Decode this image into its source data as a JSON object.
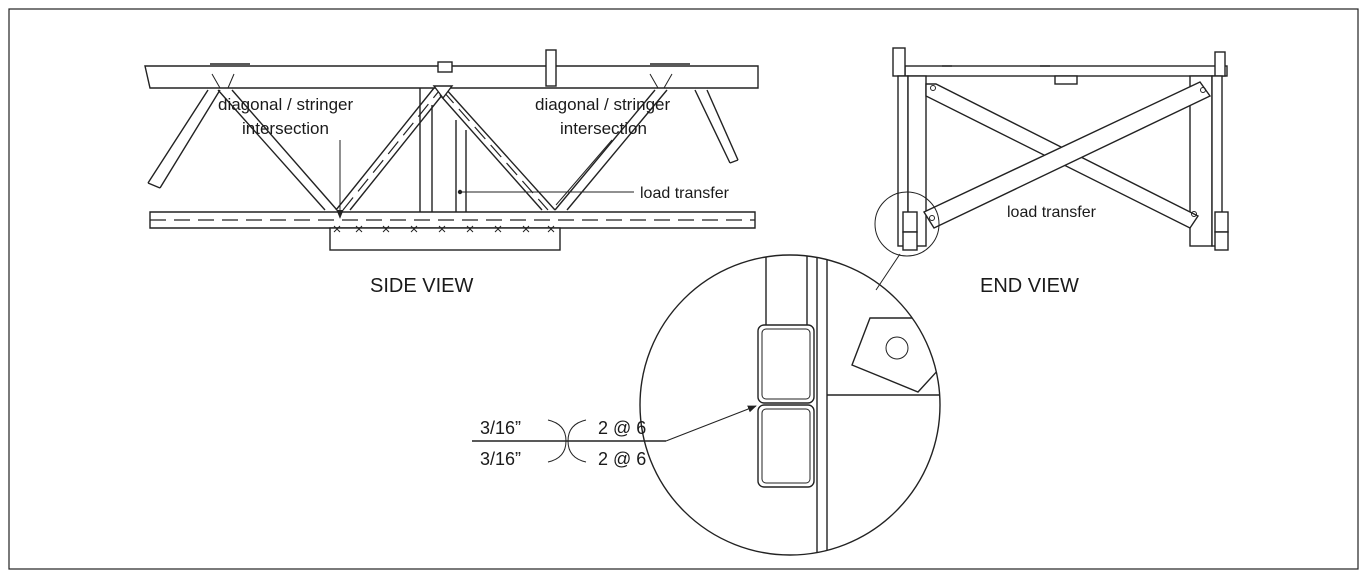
{
  "side_view": {
    "title": "SIDE VIEW",
    "label_left_line1": "diagonal / stringer",
    "label_left_line2": "intersection",
    "label_right_line1": "diagonal / stringer",
    "label_right_line2": "intersection",
    "label_load": "load transfer"
  },
  "end_view": {
    "title": "END VIEW",
    "label_load": "load transfer"
  },
  "weld_symbol": {
    "top_size": "3/16”",
    "top_spec": "2 @ 6",
    "bottom_size": "3/16”",
    "bottom_spec": "2 @ 6"
  }
}
